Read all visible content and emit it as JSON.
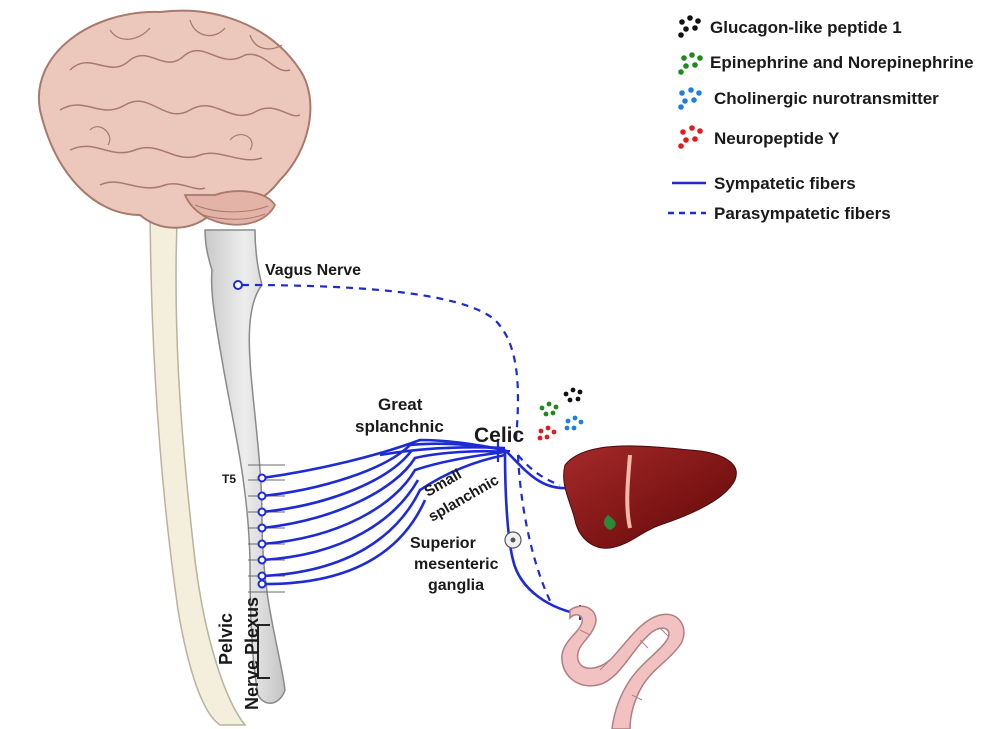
{
  "legend": {
    "items": [
      {
        "label": "Glucagon-like peptide 1",
        "color": "#111111",
        "kind": "dots"
      },
      {
        "label": "Epinephrine and Norepinephrine",
        "color": "#1e8a1e",
        "kind": "dots"
      },
      {
        "label": "Cholinergic nurotransmitter",
        "color": "#1f7fe0",
        "kind": "dots"
      },
      {
        "label": "Neuropeptide Y",
        "color": "#e01b1b",
        "kind": "dots"
      },
      {
        "label": "Sympatetic fibers",
        "color": "#1c2bd6",
        "kind": "solid-line"
      },
      {
        "label": "Parasympatetic fibers",
        "color": "#1c2bd6",
        "kind": "dashed-line"
      }
    ]
  },
  "labels": {
    "vagus_nerve": "Vagus Nerve",
    "great": "Great",
    "splanchnic": "splanchnic",
    "celic": "Celic",
    "small": "Small",
    "small_splanchnic": "splanchnic",
    "superior": "Superior",
    "mesenteric": "mesenteric",
    "ganglia": "ganglia",
    "t5": "T5",
    "pelvic": "Pelvic",
    "nerve_plexus": "Nerve Plexus"
  },
  "colors": {
    "fiber": "#1c2bd6",
    "brain": "#e8c4b8",
    "brain_outline": "#b07f72",
    "spine": "#dcdcdc",
    "spine_outline": "#8a8a8a",
    "liver": "#8b1a1a",
    "intestine": "#f2c2c2"
  }
}
